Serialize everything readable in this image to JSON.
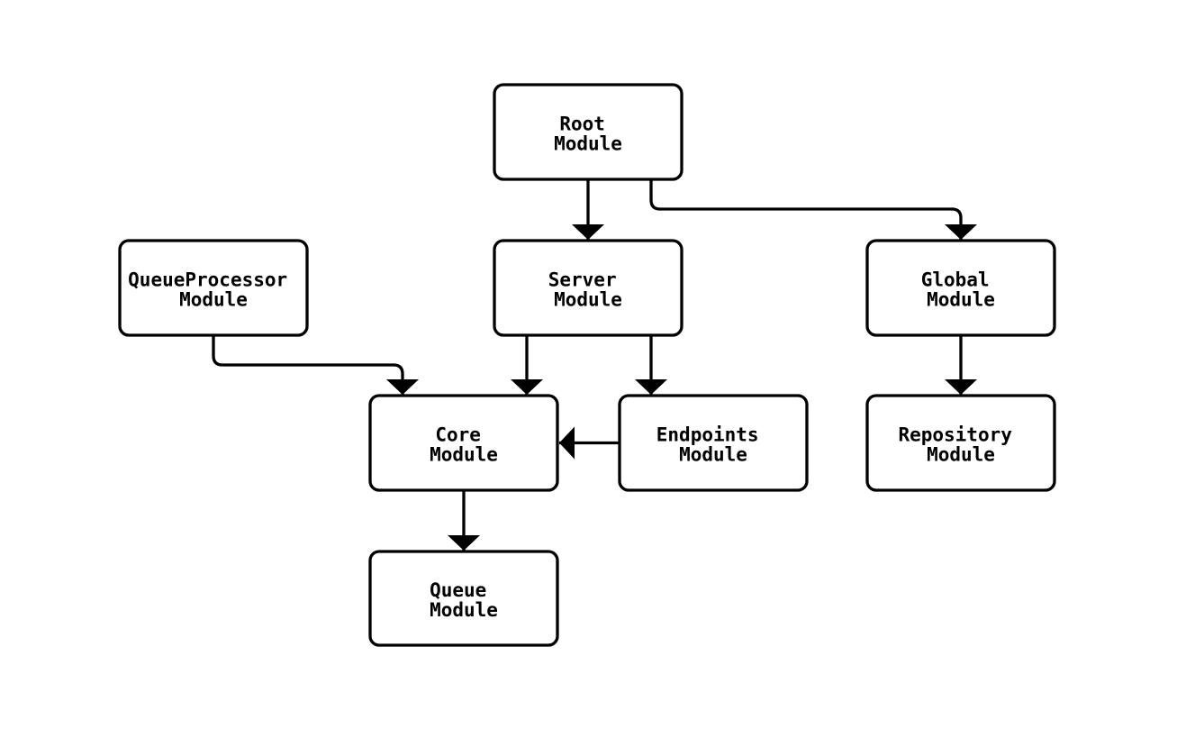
{
  "diagram": {
    "type": "module-dependency-graph",
    "nodes": {
      "root": {
        "line1": "Root",
        "line2": "Module"
      },
      "queue_processor": {
        "line1": "QueueProcessor",
        "line2": "Module"
      },
      "server": {
        "line1": "Server",
        "line2": "Module"
      },
      "global": {
        "line1": "Global",
        "line2": "Module"
      },
      "core": {
        "line1": "Core",
        "line2": "Module"
      },
      "endpoints": {
        "line1": "Endpoints",
        "line2": "Module"
      },
      "repository": {
        "line1": "Repository",
        "line2": "Module"
      },
      "queue": {
        "line1": "Queue",
        "line2": "Module"
      }
    },
    "edges": [
      {
        "from": "Root Module",
        "to": "Server Module"
      },
      {
        "from": "Root Module",
        "to": "Global Module"
      },
      {
        "from": "QueueProcessor Module",
        "to": "Core Module"
      },
      {
        "from": "Server Module",
        "to": "Core Module"
      },
      {
        "from": "Server Module",
        "to": "Endpoints Module"
      },
      {
        "from": "Endpoints Module",
        "to": "Core Module"
      },
      {
        "from": "Global Module",
        "to": "Repository Module"
      },
      {
        "from": "Core Module",
        "to": "Queue Module"
      }
    ],
    "colors": {
      "stroke": "#000000",
      "node_fill": "#ffffff",
      "background": "#ffffff",
      "text": "#000000"
    }
  }
}
